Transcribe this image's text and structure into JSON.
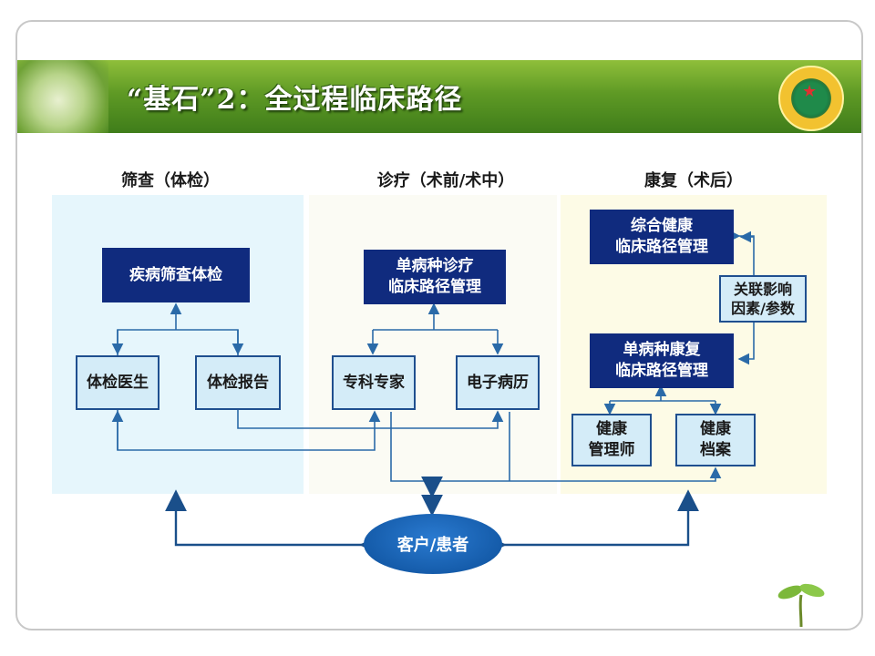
{
  "title": "“基石”2：全过程临床路径",
  "sections": {
    "screening": "筛查（体检）",
    "diagnosis": "诊疗（术前/术中）",
    "recovery": "康复（术后）"
  },
  "nodes": {
    "disease_screening": "疾病筛查体检",
    "exam_doctor": "体检医生",
    "exam_report": "体检报告",
    "single_dx_1": "单病种诊疗",
    "single_dx_2": "临床路径管理",
    "specialist": "专科专家",
    "emr": "电子病历",
    "comp_health_1": "综合健康",
    "comp_health_2": "临床路径管理",
    "factors_1": "关联影响",
    "factors_2": "因素/参数",
    "single_rehab_1": "单病种康复",
    "single_rehab_2": "临床路径管理",
    "health_mgr_1": "健康",
    "health_mgr_2": "管理师",
    "health_rec_1": "健康",
    "health_rec_2": "档案",
    "patient": "客户/患者"
  },
  "colors": {
    "dark_node": "#102b7e",
    "light_node": "#d4ecf8",
    "screening_panel": "#e6f6fc",
    "diagnosis_panel": "#fbfbf4",
    "recovery_panel": "#fdfbe6",
    "banner_green": "#5f9a25",
    "line": "#2a6aa8"
  }
}
